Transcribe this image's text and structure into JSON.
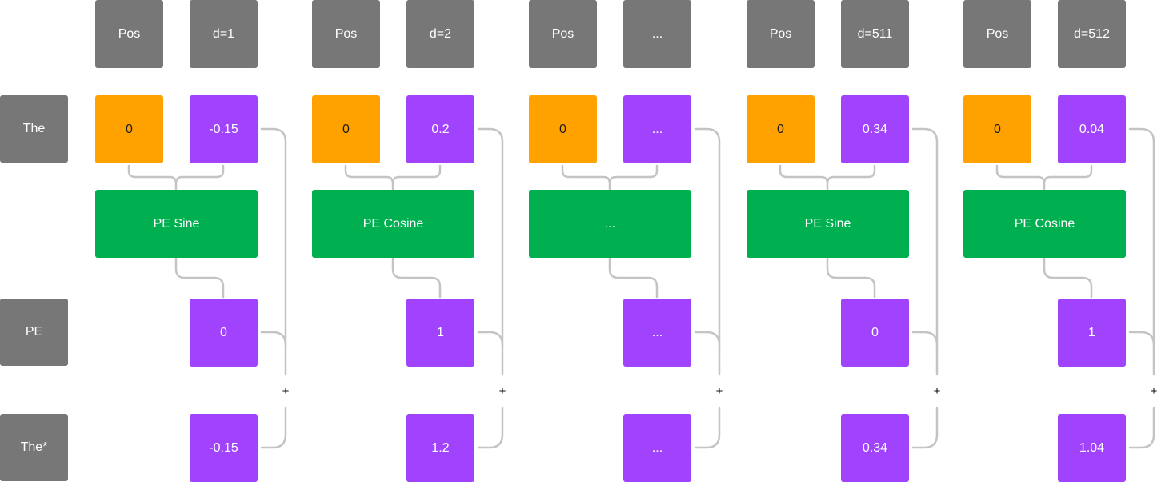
{
  "colors": {
    "header": "#777777",
    "position": "#ffa200",
    "value": "#a142fc",
    "function": "#00b050",
    "connector": "#c4c4c4"
  },
  "row_labels": {
    "token": "The",
    "pe": "PE",
    "result": "The*"
  },
  "operator": "+",
  "columns": [
    {
      "pos_header": "Pos",
      "dim_header": "d=1",
      "pos_value": "0",
      "embedding": "-0.15",
      "function": "PE Sine",
      "pe": "0",
      "result": "-0.15"
    },
    {
      "pos_header": "Pos",
      "dim_header": "d=2",
      "pos_value": "0",
      "embedding": "0.2",
      "function": "PE Cosine",
      "pe": "1",
      "result": "1.2"
    },
    {
      "pos_header": "Pos",
      "dim_header": "...",
      "pos_value": "0",
      "embedding": "...",
      "function": "...",
      "pe": "...",
      "result": "..."
    },
    {
      "pos_header": "Pos",
      "dim_header": "d=511",
      "pos_value": "0",
      "embedding": "0.34",
      "function": "PE Sine",
      "pe": "0",
      "result": "0.34"
    },
    {
      "pos_header": "Pos",
      "dim_header": "d=512",
      "pos_value": "0",
      "embedding": "0.04",
      "function": "PE Cosine",
      "pe": "1",
      "result": "1.04"
    }
  ]
}
